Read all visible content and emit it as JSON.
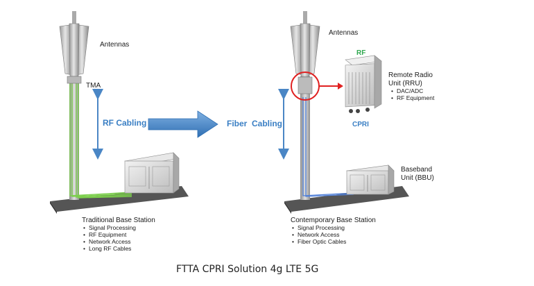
{
  "left": {
    "antennas": "Antennas",
    "tma": "TMA",
    "cabling": "RF Cabling",
    "station_title": "Traditional Base Station",
    "station_items": [
      "Signal Processing",
      "RF Equipment",
      "Network Access",
      "Long RF Cables"
    ]
  },
  "right": {
    "antennas": "Antennas",
    "rf": "RF",
    "rru_title_1": "Remote Radio",
    "rru_title_2": "Unit (RRU)",
    "rru_items": [
      "DAC/ADC",
      "RF Equipment"
    ],
    "cpri": "CPRI",
    "cabling": "Fiber  Cabling",
    "bbu_title_1": "Baseband",
    "bbu_title_2": "Unit (BBU)",
    "station_title": "Contemporary Base Station",
    "station_items": [
      "Signal Processing",
      "Network Access",
      "Fiber Optic Cables"
    ]
  },
  "caption": "FTTA CPRI Solution 4g LTE 5G",
  "colors": {
    "accent_blue": "#3a7fc4",
    "rf_green": "#2fa84f",
    "highlight_red": "#e02020",
    "rf_cable": "#7ccf4c",
    "fiber_cable": "#4f7fd8"
  }
}
